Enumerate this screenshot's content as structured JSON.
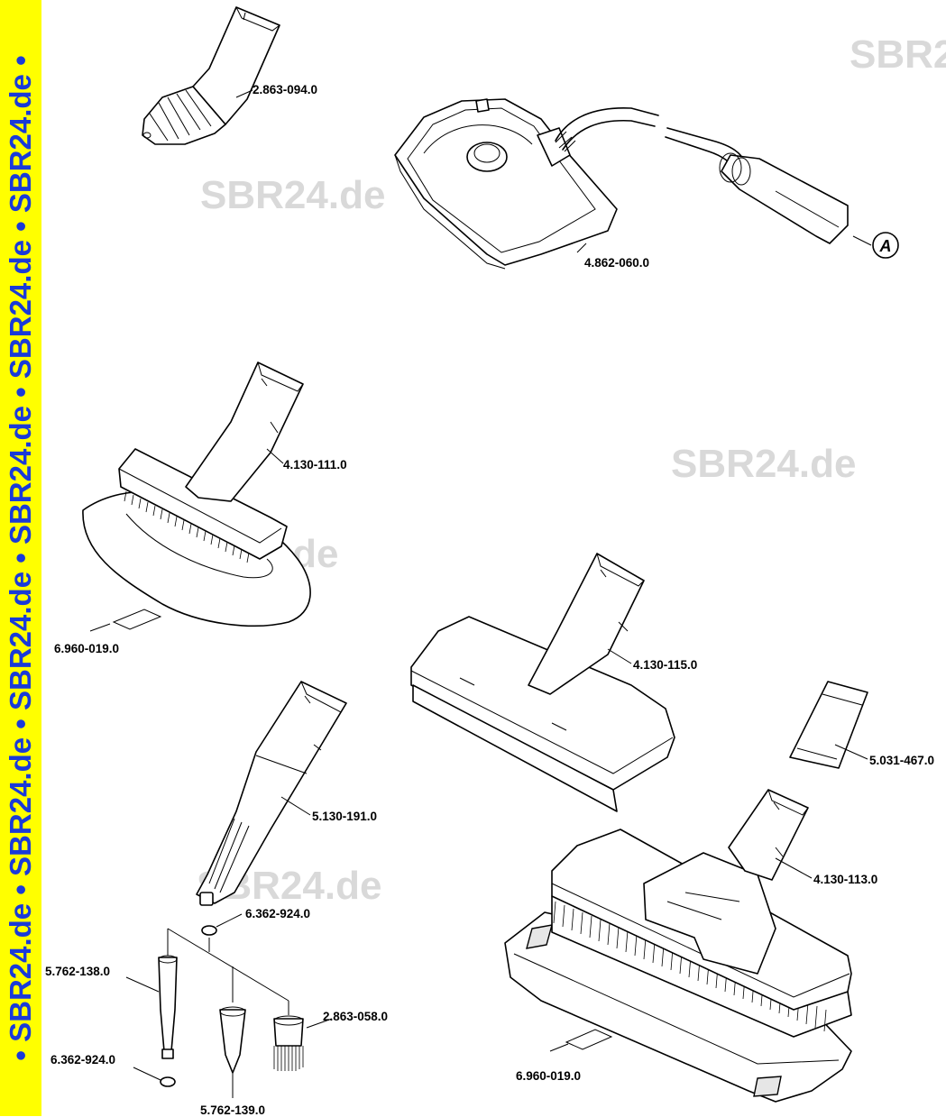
{
  "sidebar": {
    "text": "• SBR24.de • SBR24.de • SBR24.de • SBR24.de • SBR24.de • SBR24.de •",
    "background": "#ffff00",
    "color": "#1a3ad8"
  },
  "watermarks": [
    "SBR24.de",
    "SBR2",
    "SBR24.de",
    "SBR24.de",
    "SBR24.de"
  ],
  "callout_letter": "A",
  "parts": [
    {
      "id": "2.863-094.0"
    },
    {
      "id": "4.862-060.0"
    },
    {
      "id": "4.130-111.0"
    },
    {
      "id": "6.960-019.0"
    },
    {
      "id": "4.130-115.0"
    },
    {
      "id": "5.031-467.0"
    },
    {
      "id": "5.130-191.0"
    },
    {
      "id": "4.130-113.0"
    },
    {
      "id": "6.362-924.0"
    },
    {
      "id": "5.762-138.0"
    },
    {
      "id": "2.863-058.0"
    },
    {
      "id": "6.362-924.0"
    },
    {
      "id": "6.960-019.0"
    },
    {
      "id": "5.762-139.0"
    }
  ]
}
